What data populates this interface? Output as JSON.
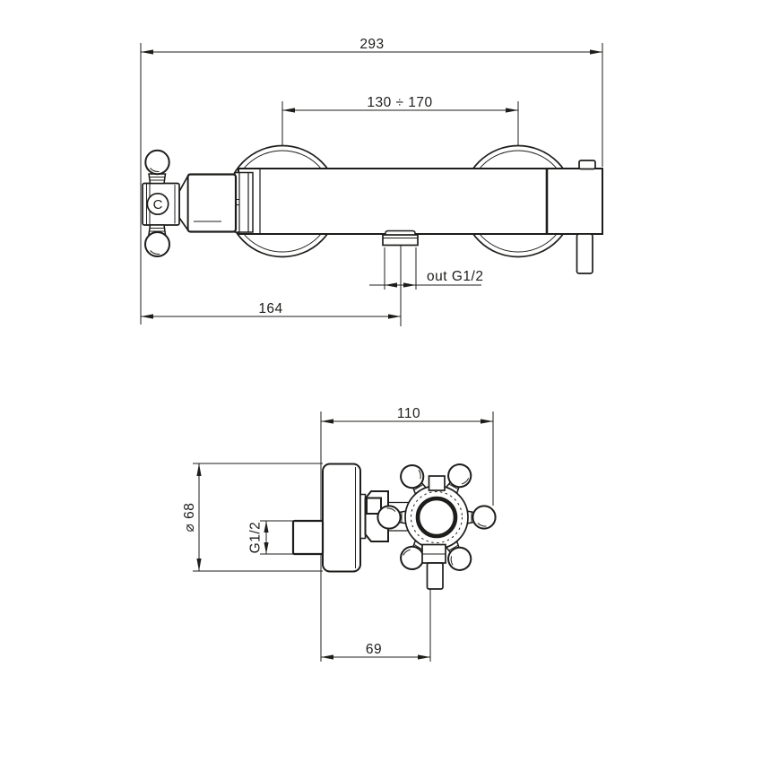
{
  "page": {
    "background": "#ffffff",
    "stroke_color": "#1d1d1b"
  },
  "drawing": {
    "type": "technical dimensional drawing of wall-mounted shower mixer",
    "front_view": {
      "dim_overall_width": "293",
      "dim_inlet_centers": "130 ÷ 170",
      "dim_outlet_position": "164",
      "outlet_label": "out G1/2",
      "handle_index_letter": "C"
    },
    "side_view": {
      "dim_depth": "110",
      "dim_escutcheon_diameter": "⌀ 68",
      "dim_inlet_thread": "G1/2",
      "dim_handle_projection": "69"
    }
  }
}
